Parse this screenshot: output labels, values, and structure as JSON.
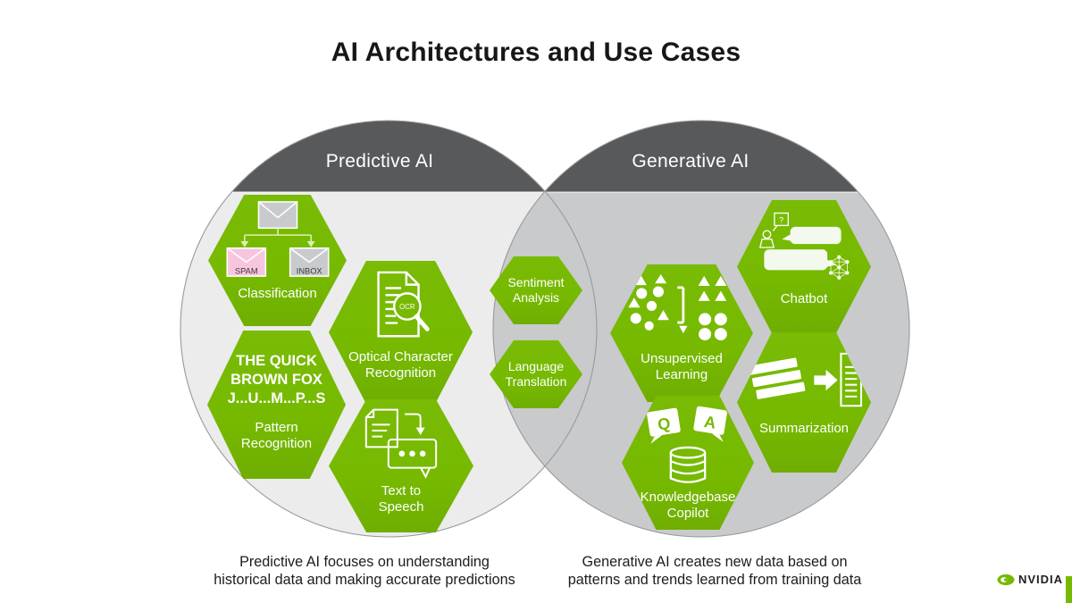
{
  "title": "AI Architectures and Use Cases",
  "venn": {
    "predictive": {
      "title": "Predictive AI",
      "caption_line1": "Predictive AI focuses on understanding",
      "caption_line2": "historical data and making accurate predictions"
    },
    "generative": {
      "title": "Generative AI",
      "caption_line1": "Generative AI creates new data based on",
      "caption_line2": "patterns and trends learned from training data"
    }
  },
  "hexagons": {
    "classification": {
      "label": "Classification",
      "spam_label": "SPAM",
      "inbox_label": "INBOX"
    },
    "ocr": {
      "label": "Optical Character Recognition",
      "magnifier_text": "OCR"
    },
    "pattern_recognition": {
      "label": "Pattern Recognition",
      "sample_line1": "THE QUICK",
      "sample_line2": "BROWN FOX",
      "sample_line3": "J...U...M...P...S"
    },
    "text_to_speech": {
      "label": "Text to Speech"
    },
    "sentiment_analysis": {
      "label": "Sentiment Analysis"
    },
    "language_translation": {
      "label": "Language Translation"
    },
    "unsupervised_learning": {
      "label": "Unsupervised Learning"
    },
    "chatbot": {
      "label": "Chatbot",
      "question_mark": "?"
    },
    "summarization": {
      "label": "Summarization"
    },
    "knowledgebase_copilot": {
      "label": "Knowledgebase Copilot",
      "q": "Q",
      "a": "A"
    }
  },
  "branding": {
    "logo_text": "NVIDIA"
  },
  "colors": {
    "nvidia_green": "#76b900",
    "cap_gray": "#58595b",
    "predictive_fill": "#ececec",
    "generative_fill": "#c9cacb",
    "spam_pink": "#f7c5de"
  }
}
